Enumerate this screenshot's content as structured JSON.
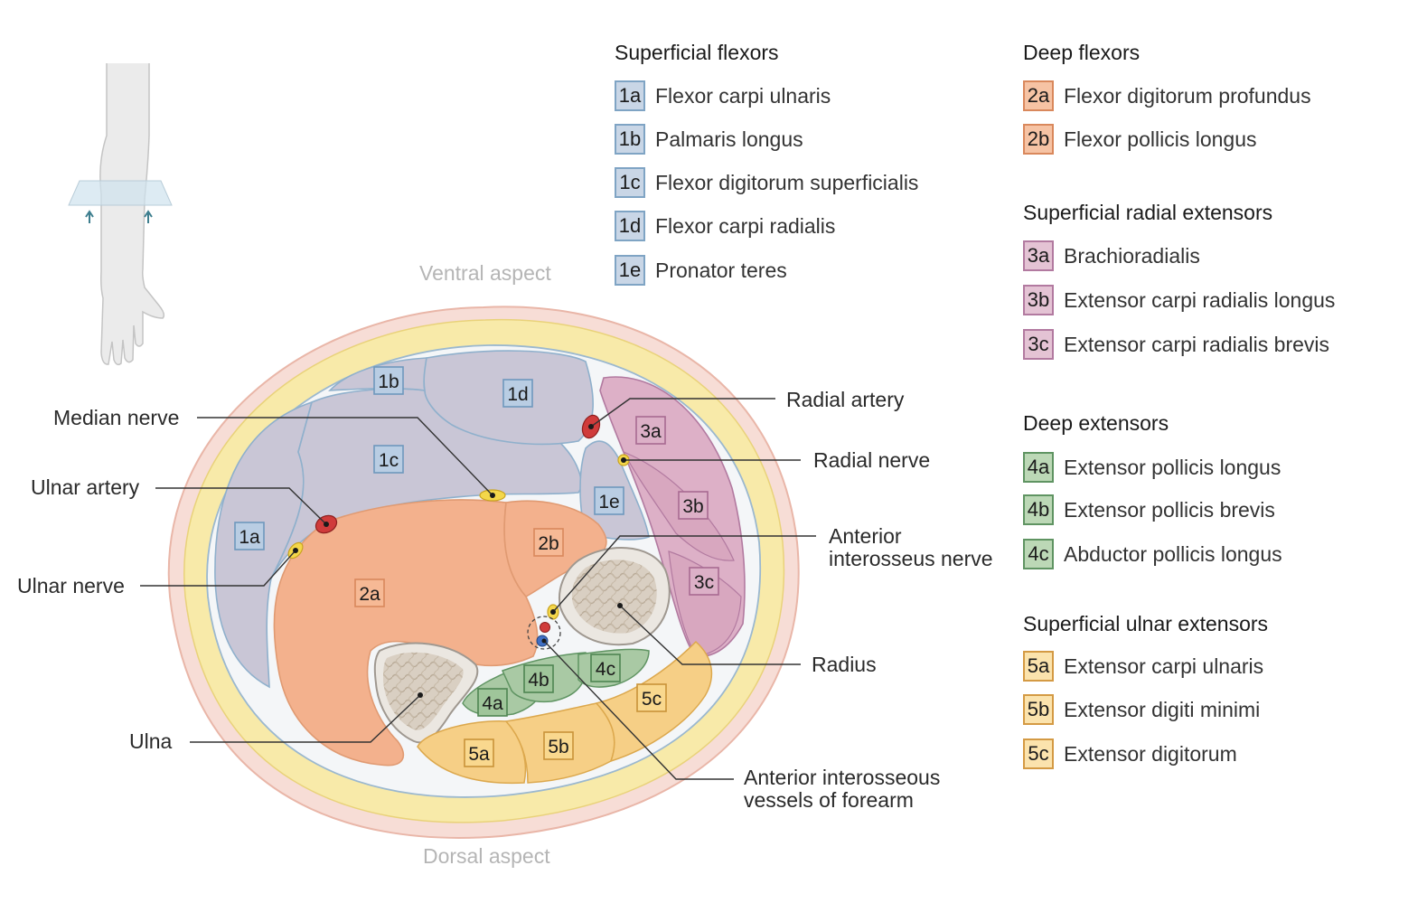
{
  "colors": {
    "flexor_superficial": "#c9d6e6",
    "flexor_deep": "#f3b18d",
    "radial_extensor": "#ddb0c7",
    "deep_extensor": "#a9c9a4",
    "ulnar_extensor": "#f6cf86"
  },
  "aspects": {
    "ventral": "Ventral aspect",
    "dorsal": "Dorsal aspect"
  },
  "legend": {
    "superficial_flexors": {
      "title": "Superficial flexors",
      "items": [
        {
          "code": "1a",
          "name": "Flexor carpi ulnaris"
        },
        {
          "code": "1b",
          "name": "Palmaris longus"
        },
        {
          "code": "1c",
          "name": "Flexor digitorum superficialis"
        },
        {
          "code": "1d",
          "name": "Flexor carpi radialis"
        },
        {
          "code": "1e",
          "name": "Pronator teres"
        }
      ]
    },
    "deep_flexors": {
      "title": "Deep flexors",
      "items": [
        {
          "code": "2a",
          "name": "Flexor digitorum profundus"
        },
        {
          "code": "2b",
          "name": "Flexor pollicis longus"
        }
      ]
    },
    "superficial_radial_extensors": {
      "title": "Superficial radial extensors",
      "items": [
        {
          "code": "3a",
          "name": "Brachioradialis"
        },
        {
          "code": "3b",
          "name": "Extensor carpi radialis longus"
        },
        {
          "code": "3c",
          "name": "Extensor carpi radialis brevis"
        }
      ]
    },
    "deep_extensors": {
      "title": "Deep extensors",
      "items": [
        {
          "code": "4a",
          "name": "Extensor pollicis longus"
        },
        {
          "code": "4b",
          "name": "Extensor pollicis brevis"
        },
        {
          "code": "4c",
          "name": "Abductor pollicis longus"
        }
      ]
    },
    "superficial_ulnar_extensors": {
      "title": "Superficial ulnar extensors",
      "items": [
        {
          "code": "5a",
          "name": "Extensor carpi ulnaris"
        },
        {
          "code": "5b",
          "name": "Extensor digiti minimi"
        },
        {
          "code": "5c",
          "name": "Extensor digitorum"
        }
      ]
    }
  },
  "annotations": {
    "median_nerve": "Median nerve",
    "ulnar_artery": "Ulnar artery",
    "ulnar_nerve": "Ulnar nerve",
    "ulna": "Ulna",
    "radial_artery": "Radial artery",
    "radial_nerve": "Radial nerve",
    "anterior_interosseus_nerve": [
      "Anterior",
      "interosseus nerve"
    ],
    "radius": "Radius",
    "anterior_interosseous_vessels": [
      "Anterior interosseous",
      "vessels of forearm"
    ]
  }
}
